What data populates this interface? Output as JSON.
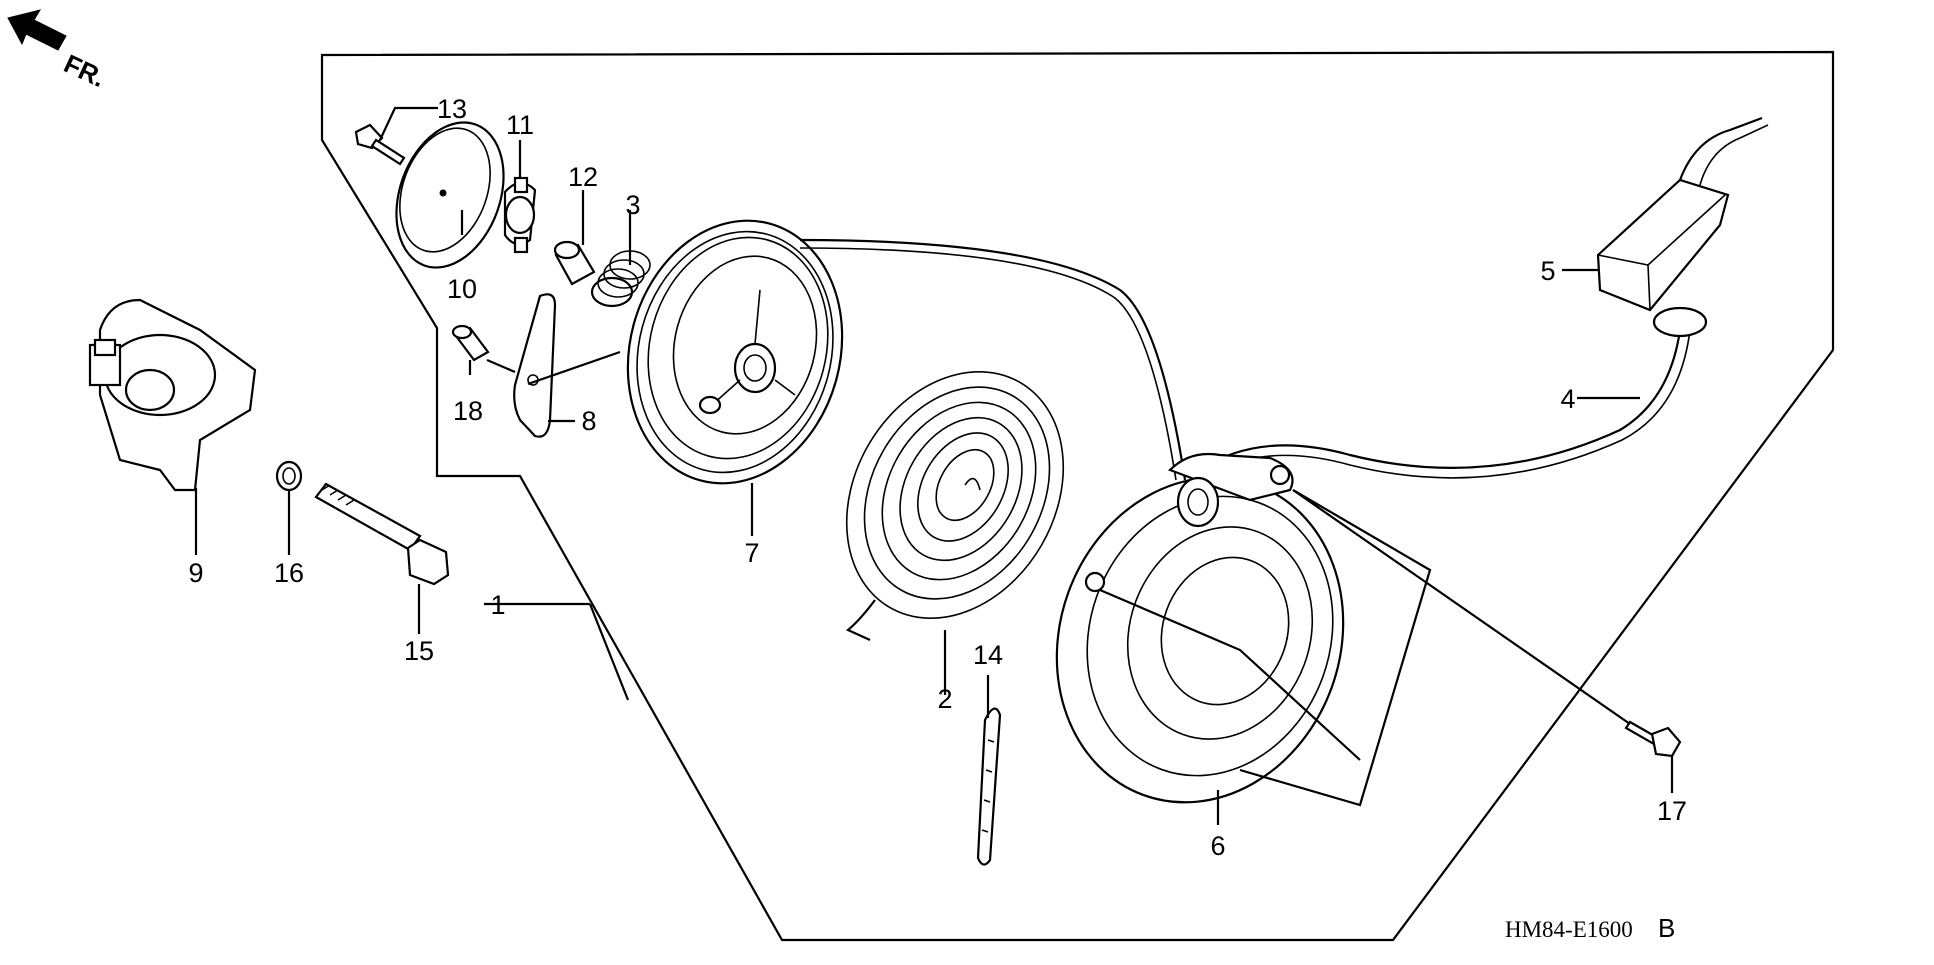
{
  "direction_marker": {
    "text": "FR.",
    "icon": "front-direction-arrow-icon"
  },
  "diagram_code": {
    "code": "HM84-E1600",
    "suffix": "B"
  },
  "callouts": [
    {
      "id": "c1",
      "label": "1",
      "part": "recoil-starter-assembly"
    },
    {
      "id": "c2",
      "label": "2",
      "part": "spiral-spring"
    },
    {
      "id": "c3",
      "label": "3",
      "part": "coil-spring"
    },
    {
      "id": "c4",
      "label": "4",
      "part": "starter-rope"
    },
    {
      "id": "c5",
      "label": "5",
      "part": "starter-grip"
    },
    {
      "id": "c6",
      "label": "6",
      "part": "starter-case"
    },
    {
      "id": "c7",
      "label": "7",
      "part": "rope-reel"
    },
    {
      "id": "c8",
      "label": "8",
      "part": "ratchet-pawl"
    },
    {
      "id": "c9",
      "label": "9",
      "part": "starter-pulley"
    },
    {
      "id": "c10",
      "label": "10",
      "part": "guide-plate"
    },
    {
      "id": "c11",
      "label": "11",
      "part": "ratchet-guide"
    },
    {
      "id": "c12",
      "label": "12",
      "part": "collar"
    },
    {
      "id": "c13",
      "label": "13",
      "part": "guide-plate-bolt"
    },
    {
      "id": "c14",
      "label": "14",
      "part": "spring-retainer-strip"
    },
    {
      "id": "c15",
      "label": "15",
      "part": "flange-bolt"
    },
    {
      "id": "c16",
      "label": "16",
      "part": "washer"
    },
    {
      "id": "c17",
      "label": "17",
      "part": "case-mounting-bolt"
    },
    {
      "id": "c18",
      "label": "18",
      "part": "pin"
    }
  ]
}
